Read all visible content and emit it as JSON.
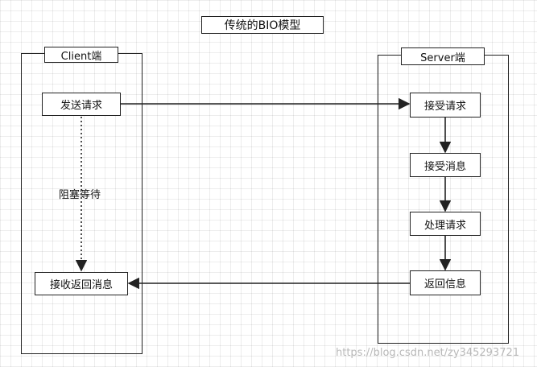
{
  "title": "传统的BIO模型",
  "client": {
    "label": "Client端",
    "send": "发送请求",
    "blocking": "阻塞等待",
    "receive": "接收返回消息"
  },
  "server": {
    "label": "Server端",
    "steps": [
      "接受请求",
      "接受消息",
      "处理请求",
      "返回信息"
    ]
  },
  "watermark": "https://blog.csdn.net/zy345293721",
  "colors": {
    "line": "#222222",
    "background": "#ffffff",
    "grid": "#ececec"
  }
}
